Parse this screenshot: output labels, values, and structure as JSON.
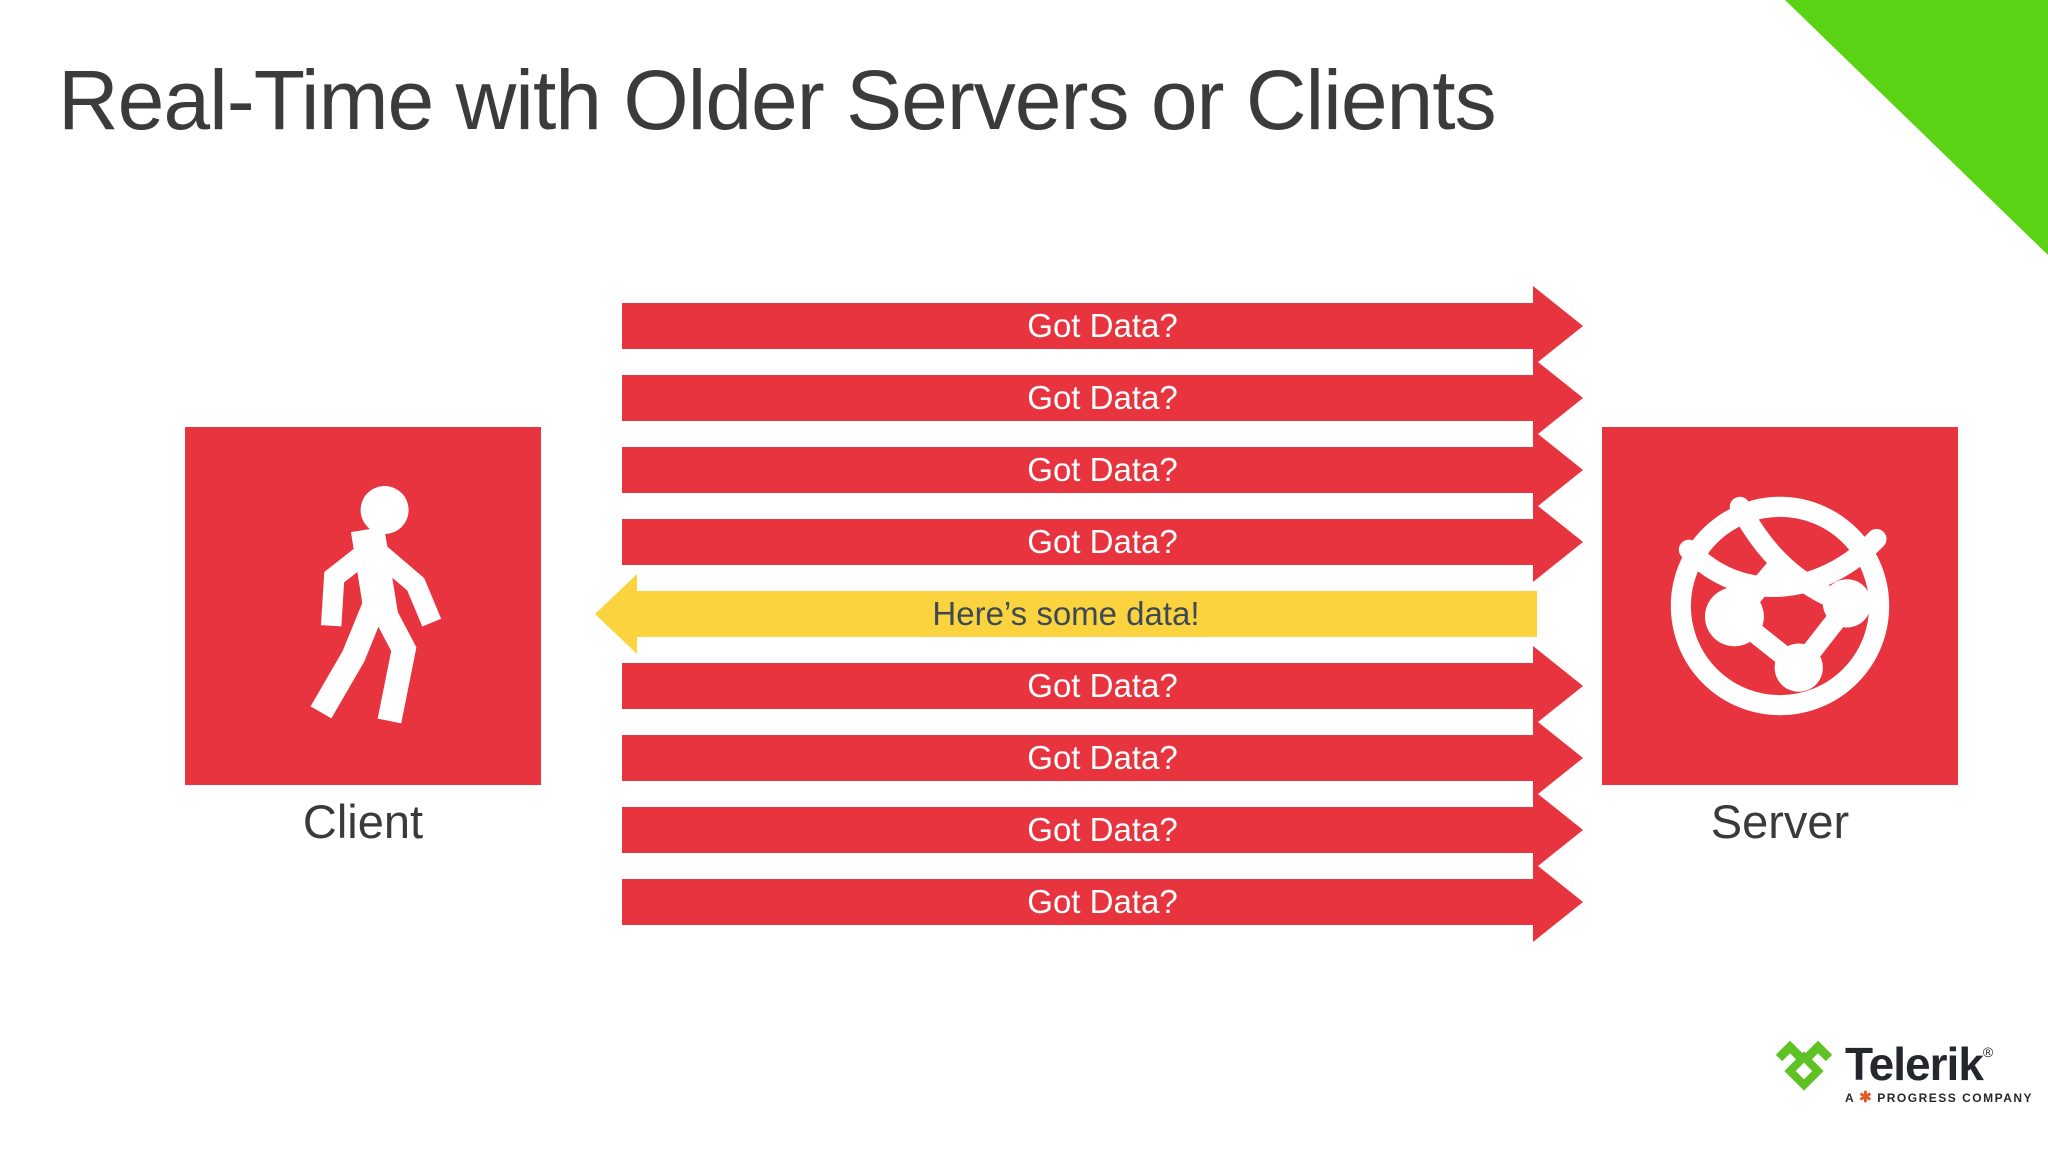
{
  "slide": {
    "title": "Real-Time with Older Servers or Clients",
    "background_color": "#ffffff",
    "title_color": "#3b3b3b",
    "corner_accent_color": "#5bd315"
  },
  "diagram": {
    "client": {
      "label": "Client",
      "icon": "walking-person-icon",
      "box_color": "#e8343f"
    },
    "server": {
      "label": "Server",
      "icon": "globe-network-icon",
      "box_color": "#e8343f"
    },
    "arrow_colors": {
      "request": "#e8343f",
      "response": "#fbd33f"
    },
    "messages": [
      {
        "label": "Got Data?",
        "direction": "right",
        "color": "#e8343f",
        "text_color": "#ffffff"
      },
      {
        "label": "Got Data?",
        "direction": "right",
        "color": "#e8343f",
        "text_color": "#ffffff"
      },
      {
        "label": "Got Data?",
        "direction": "right",
        "color": "#e8343f",
        "text_color": "#ffffff"
      },
      {
        "label": "Got Data?",
        "direction": "right",
        "color": "#e8343f",
        "text_color": "#ffffff"
      },
      {
        "label": "Here’s some data!",
        "direction": "left",
        "color": "#fbd33f",
        "text_color": "#3d4a56"
      },
      {
        "label": "Got Data?",
        "direction": "right",
        "color": "#e8343f",
        "text_color": "#ffffff"
      },
      {
        "label": "Got Data?",
        "direction": "right",
        "color": "#e8343f",
        "text_color": "#ffffff"
      },
      {
        "label": "Got Data?",
        "direction": "right",
        "color": "#e8343f",
        "text_color": "#ffffff"
      },
      {
        "label": "Got Data?",
        "direction": "right",
        "color": "#e8343f",
        "text_color": "#ffffff"
      }
    ]
  },
  "footer": {
    "brand": "Telerik",
    "registered": "®",
    "tagline_prefix": "A",
    "progress_glyph": "✱",
    "tagline_suffix": "PROGRESS COMPANY",
    "brand_color": "#24282d",
    "mark_icon": "telerik-mark-icon",
    "mark_color": "#5ec224",
    "progress_color": "#e05b26"
  }
}
